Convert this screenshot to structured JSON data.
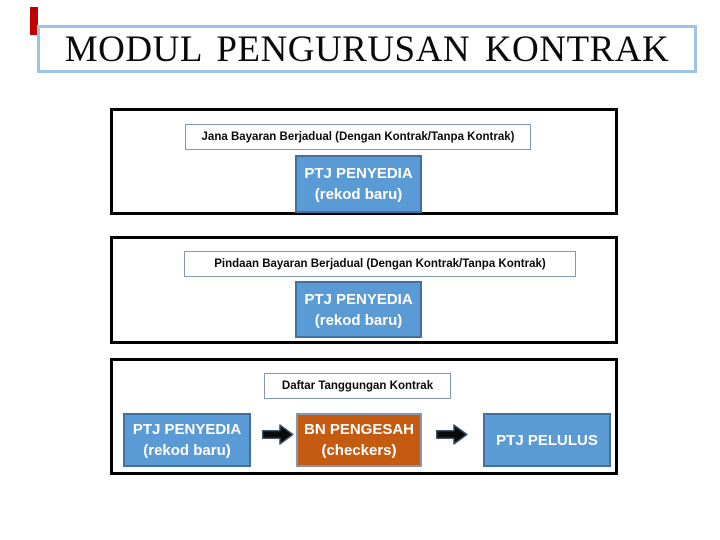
{
  "slide": {
    "title": "MODUL PENGURUSAN KONTRAK"
  },
  "colors": {
    "accent_bar": "#c00000",
    "title_border": "#9dc3e6",
    "container_border": "#000000",
    "label_border": "#8496b0",
    "blue_fill": "#5b9bd5",
    "blue_border": "#41719c",
    "orange_fill": "#c55a11",
    "orange_border": "#8496b0",
    "arrow_fill": "#0a0a0a",
    "arrow_stroke": "#44546a"
  },
  "sections": [
    {
      "label": "Jana Bayaran Berjadual (Dengan Kontrak/Tanpa Kontrak)",
      "nodes": [
        {
          "line1": "PTJ PENYEDIA",
          "line2": "(rekod baru)"
        }
      ]
    },
    {
      "label": "Pindaan Bayaran Berjadual (Dengan Kontrak/Tanpa Kontrak)",
      "nodes": [
        {
          "line1": "PTJ PENYEDIA",
          "line2": "(rekod baru)"
        }
      ]
    },
    {
      "label": "Daftar Tanggungan Kontrak",
      "nodes": [
        {
          "line1": "PTJ PENYEDIA",
          "line2": "(rekod baru)"
        },
        {
          "line1": "BN PENGESAH",
          "line2": "(checkers)"
        },
        {
          "line1": "PTJ PELULUS",
          "line2": ""
        }
      ]
    }
  ]
}
